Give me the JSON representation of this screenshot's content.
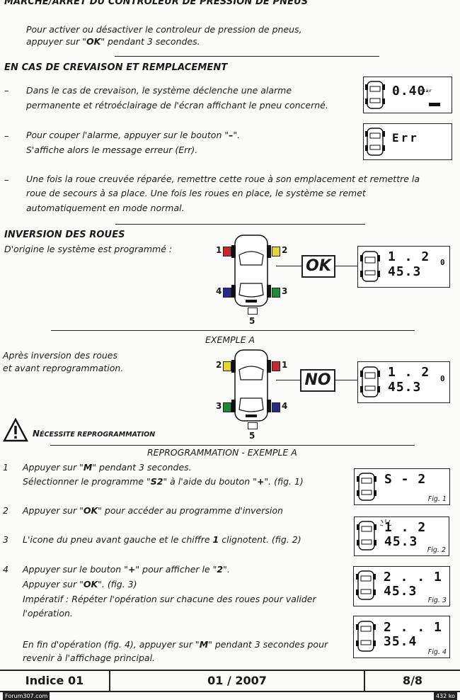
{
  "section_onoff": {
    "title": "MARCHE/ARRET DU CONTROLEUR DE PRESSION DE PNEUS",
    "line1": "Pour activer ou désactiver le controleur de pression de pneus,",
    "line2_a": "appuyer sur \"",
    "line2_b": "OK",
    "line2_c": "\" pendant 3 secondes."
  },
  "section_puncture": {
    "title": "EN CAS DE CREVAISON ET REMPLACEMENT",
    "dash": "–",
    "item1": [
      "Dans le cas de crevaison, le système déclenche une alarme",
      "permanente et rétroéclairage de l'écran affichant le pneu concerné."
    ],
    "item2_a": "Pour couper l'alarme, appuyer sur le bouton \"",
    "item2_b": "–",
    "item2_c": "\".",
    "item2_line2": "S'affiche alors le message erreur (Err).",
    "item3": [
      "Une fois la roue creuvée réparée, remettre cette roue à son emplacement et remettre la",
      "roue de secours à sa place. Une fois les roues en place, le système se remet",
      "automatiquement en mode normal."
    ],
    "lcd1": {
      "value": "0.40",
      "unit": "Bar"
    },
    "lcd2": {
      "value": "Err"
    }
  },
  "section_inversion": {
    "title": "INVERSION DES ROUES",
    "subtitle": "D'origine le système est programmé :",
    "wheels_original": [
      "1",
      "2",
      "3",
      "4",
      "5"
    ],
    "ok_label": "OK",
    "lcd_original": {
      "line1": "1 . 2",
      "line2": "45.3",
      "side": "0"
    },
    "colors": {
      "red": "#c8282d",
      "yellow": "#e6d630",
      "green": "#1f8a3a",
      "blue": "#2a2a8a"
    }
  },
  "example_a": {
    "title": "EXEMPLE A",
    "desc": [
      "Après inversion des roues",
      "et avant reprogrammation."
    ],
    "wheels": [
      "2",
      "1",
      "3",
      "4",
      "5"
    ],
    "no_label": "NO",
    "lcd": {
      "line1": "1 . 2",
      "line2": "45.3",
      "side": "0"
    },
    "warning_a": "N",
    "warning_b": "ÉCESSITE REPROGRAMMATION"
  },
  "reprog": {
    "title": "REPROGRAMMATION - EXEMPLE A",
    "steps": [
      {
        "num": "1",
        "l1a": "Appuyer sur \"",
        "l1b": "M",
        "l1c": "\" pendant 3 secondes.",
        "l2a": "Sélectionner le programme \"",
        "l2b": "S2",
        "l2c": "\" à l'aide du bouton \"",
        "l2d": "+",
        "l2e": "\". (fig. 1)"
      },
      {
        "num": "2",
        "l1a": "Appuyer sur \"",
        "l1b": "OK",
        "l1c": "\" pour accéder au programme d'inversion"
      },
      {
        "num": "3",
        "l1a": "L'icone du pneu avant gauche et le chiffre ",
        "l1b": "1",
        "l1c": " clignotent. (fig. 2)"
      },
      {
        "num": "4",
        "l1a": "Appuyer sur le bouton \"",
        "l1b": "+",
        "l1c": "\" pour afficher le \"",
        "l1d": "2",
        "l1e": "\".",
        "l2a": "Appuyer sur \"",
        "l2b": "OK",
        "l2c": "\". (fig. 3)",
        "l3": "Impératif : Répéter l'opération sur chacune des roues pour valider",
        "l4": "l'opération."
      }
    ],
    "final_a": "En fin d'opération (fig. 4), appuyer sur \"",
    "final_b": "M",
    "final_c": "\" pendant 3 secondes pour",
    "final_line2": "revenir à l'affichage principal.",
    "fig1": {
      "line1": "S - 2",
      "label": "Fig. 1"
    },
    "fig2": {
      "line1": "1 . 2",
      "line2": "45.3",
      "label": "Fig. 2"
    },
    "fig3": {
      "line1": "2 . . 1",
      "line2": "45.3",
      "label": "Fig. 3"
    },
    "fig4": {
      "line1": "2 . . 1",
      "line2": "35.4",
      "label": "Fig. 4"
    }
  },
  "footer": {
    "indice": "Indice 01",
    "date": "01 / 2007",
    "page": "8/8"
  },
  "watermark": {
    "left": "Forum307.com",
    "right": "432 ko"
  }
}
